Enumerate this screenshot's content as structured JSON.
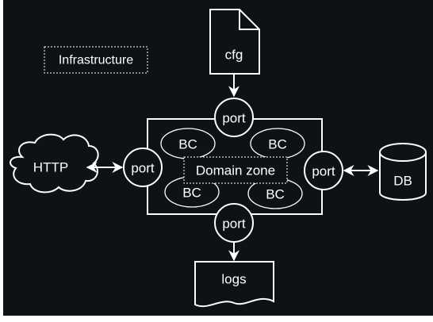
{
  "colors": {
    "background": "#0e1116",
    "foreground": "#ffffff"
  },
  "diagram": {
    "infrastructure_label": "Infrastructure",
    "domain_zone_label": "Domain zone",
    "bounded_contexts": [
      "BC",
      "BC",
      "BC",
      "BC"
    ],
    "ports": {
      "top": "port",
      "left": "port",
      "right": "port",
      "bottom": "port"
    },
    "config_document": "cfg",
    "http_cloud": "HTTP",
    "database": "DB",
    "logs_document": "logs"
  }
}
